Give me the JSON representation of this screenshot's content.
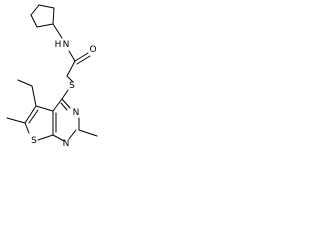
{
  "diagram": {
    "type": "chemical-structure",
    "atoms": {
      "n_amide": "N",
      "h_amide": "H",
      "o_carbonyl": "O",
      "s_thioether": "S",
      "n_pyrimidine_top": "N",
      "n_pyrimidine_bottom": "N",
      "s_thiophene": "S"
    }
  }
}
